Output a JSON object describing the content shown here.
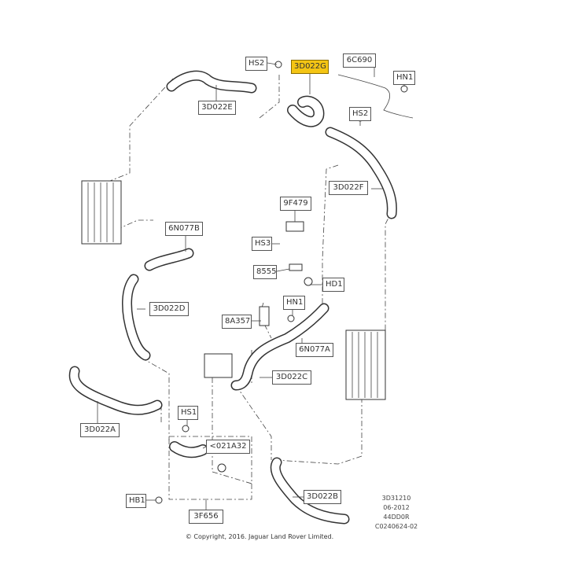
{
  "callouts": [
    {
      "id": "hs2_top",
      "text": "HS2",
      "highlight": false
    },
    {
      "id": "3d022g",
      "text": "3D022G",
      "highlight": true
    },
    {
      "id": "6c690",
      "text": "6C690",
      "highlight": false
    },
    {
      "id": "hn1_top",
      "text": "HN1",
      "highlight": false
    },
    {
      "id": "3d022e",
      "text": "3D022E",
      "highlight": false
    },
    {
      "id": "hs2_mid",
      "text": "HS2",
      "highlight": false
    },
    {
      "id": "3d022f",
      "text": "3D022F",
      "highlight": false
    },
    {
      "id": "9f479",
      "text": "9F479",
      "highlight": false
    },
    {
      "id": "6n077b",
      "text": "6N077B",
      "highlight": false
    },
    {
      "id": "hs3",
      "text": "HS3",
      "highlight": false
    },
    {
      "id": "8555",
      "text": "8555",
      "highlight": false
    },
    {
      "id": "hd1",
      "text": "HD1",
      "highlight": false
    },
    {
      "id": "3d022d",
      "text": "3D022D",
      "highlight": false
    },
    {
      "id": "hn1_mid",
      "text": "HN1",
      "highlight": false
    },
    {
      "id": "8a357",
      "text": "8A357",
      "highlight": false
    },
    {
      "id": "6n077a",
      "text": "6N077A",
      "highlight": false
    },
    {
      "id": "3d022c",
      "text": "3D022C",
      "highlight": false
    },
    {
      "id": "hs1",
      "text": "HS1",
      "highlight": false
    },
    {
      "id": "3d022a",
      "text": "3D022A",
      "highlight": false
    },
    {
      "id": "021a32",
      "text": "<021A32",
      "highlight": false
    },
    {
      "id": "3d022b",
      "text": "3D022B",
      "highlight": false
    },
    {
      "id": "hb1",
      "text": "HB1",
      "highlight": false
    },
    {
      "id": "3f656",
      "text": "3F656",
      "highlight": false
    }
  ],
  "reference": {
    "line1": "3D31210",
    "line2": "06-2012",
    "line3": "44DD0R",
    "line4": "C0240624-02"
  },
  "copyright": "© Copyright, 2016. Jaguar Land Rover Limited.",
  "colors": {
    "highlight": "#f4c514",
    "line": "#333333"
  }
}
